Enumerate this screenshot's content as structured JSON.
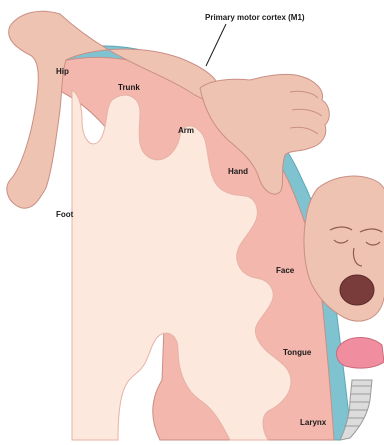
{
  "diagram": {
    "title": "Primary motor cortex (M1)",
    "labels": {
      "hip": "Hip",
      "trunk": "Trunk",
      "arm": "Arm",
      "hand": "Hand",
      "foot": "Foot",
      "face": "Face",
      "tongue": "Tongue",
      "larynx": "Larynx"
    },
    "colors": {
      "cortex": "#f3b7ad",
      "white_matter": "#fde8de",
      "surface_band": "#7fc2d0",
      "homunculus": "#efc3b2",
      "outline": "#c98f84"
    }
  }
}
